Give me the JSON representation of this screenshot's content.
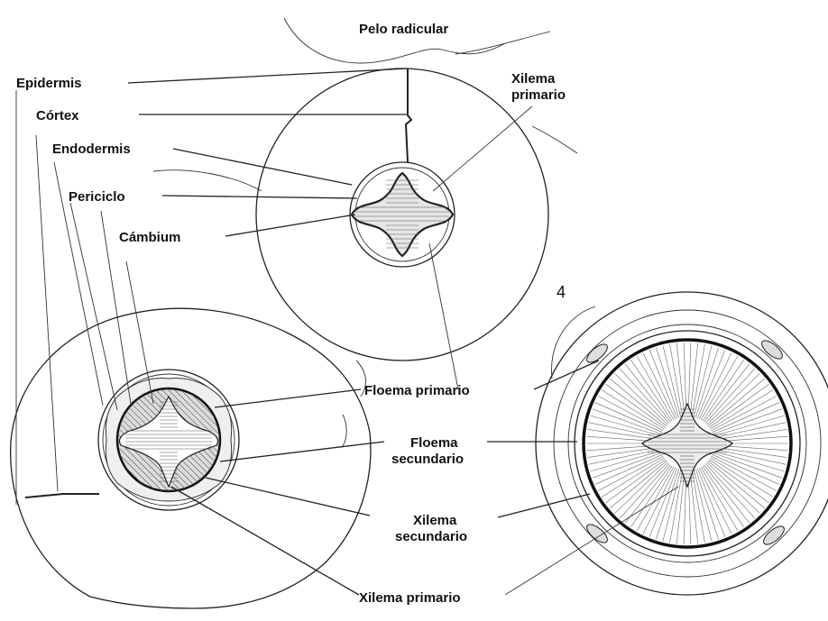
{
  "labels": {
    "pelo_radicular": "Pelo radicular",
    "epidermis": "Epidermis",
    "cortex": "Córtex",
    "endodermis": "Endodermis",
    "periciclo": "Periciclo",
    "cambium": "Cámbium",
    "xilema_primario_top_1": "Xilema",
    "xilema_primario_top_2": "primario",
    "stage_number": "4",
    "floema_primario": "Floema primario",
    "floema_secundario_1": "Floema",
    "floema_secundario_2": "secundario",
    "xilema_secundario_1": "Xilema",
    "xilema_secundario_2": "secundario",
    "xilema_primario_bottom": "Xilema primario"
  }
}
